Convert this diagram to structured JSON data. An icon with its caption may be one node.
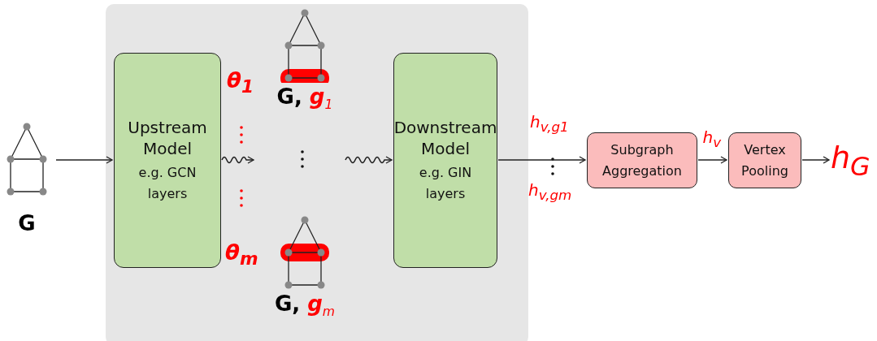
{
  "diagram": {
    "nodes": [
      {
        "text": [
          "G"
        ]
      },
      {
        "text": [],
        "shape": "box"
      },
      {
        "text": [
          "Upstream Model",
          "e.g. GCN layers"
        ],
        "in": 1
      },
      {
        "text": [
          "G, *g*$_{1}$"
        ],
        "in": 1
      },
      {
        "text": [
          "G, *g*$_{m}$"
        ],
        "in": 1
      },
      {
        "text": [
          "Downstream Model",
          "e.g. GIN layers"
        ],
        "in": 1
      },
      {
        "text": [
          "Subgraph Aggregation"
        ]
      },
      {
        "text": [
          "Vertex Pooling"
        ]
      },
      {
        "text": [
          "h$_{G}$"
        ]
      }
    ],
    "edges": [
      {
        "from": 0,
        "to": 2,
        "arrow": "to"
      },
      {
        "from": 2,
        "to": null,
        "arrow": "to"
      },
      {
        "from": null,
        "to": 5,
        "arrow": "to"
      },
      {
        "from": 5,
        "to": 6,
        "arrow": "to"
      },
      {
        "from": 6,
        "to": 7,
        "label": "h$_{v}$",
        "arrow": "to"
      },
      {
        "from": 7,
        "to": 8,
        "arrow": "to"
      }
    ],
    "labels": [
      "θ$_{1}$",
      "θ$_{m}$",
      "h$_{v,g1}$",
      "h$_{v,gm}$"
    ]
  }
}
